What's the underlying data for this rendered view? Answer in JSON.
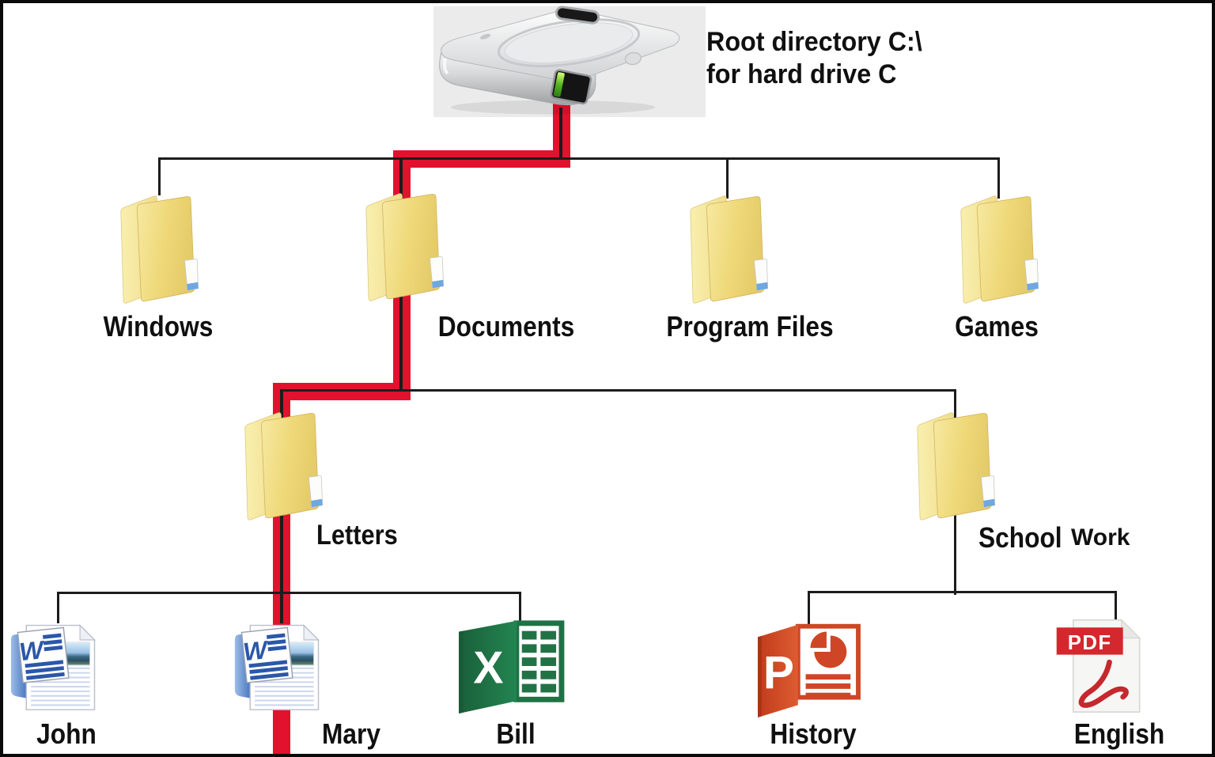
{
  "root": {
    "line1": "Root directory C:\\",
    "line2": "for hard drive C"
  },
  "folders": [
    {
      "name": "Windows"
    },
    {
      "name": "Documents"
    },
    {
      "name": "Program Files"
    },
    {
      "name": "Games"
    },
    {
      "name": "Letters"
    },
    {
      "name": "School",
      "name_suffix": "Work"
    }
  ],
  "files": [
    {
      "name": "John",
      "type": "word-document",
      "icon_letter": "W"
    },
    {
      "name": "Mary",
      "type": "word-document",
      "icon_letter": "W"
    },
    {
      "name": "Bill",
      "type": "excel-workbook",
      "icon_letter": "X"
    },
    {
      "name": "History",
      "type": "powerpoint-presentation",
      "icon_letter": "P"
    },
    {
      "name": "English",
      "type": "pdf-document",
      "icon_badge": "PDF"
    }
  ],
  "colors": {
    "path_highlight_red": "#e2112e",
    "tree_line_black": "#1c1c1c",
    "folder_yellow": "#eed878",
    "word_blue": "#2b57a8",
    "excel_green": "#1f7346",
    "powerpoint_orange": "#d24c2a",
    "pdf_red": "#d3282d"
  }
}
